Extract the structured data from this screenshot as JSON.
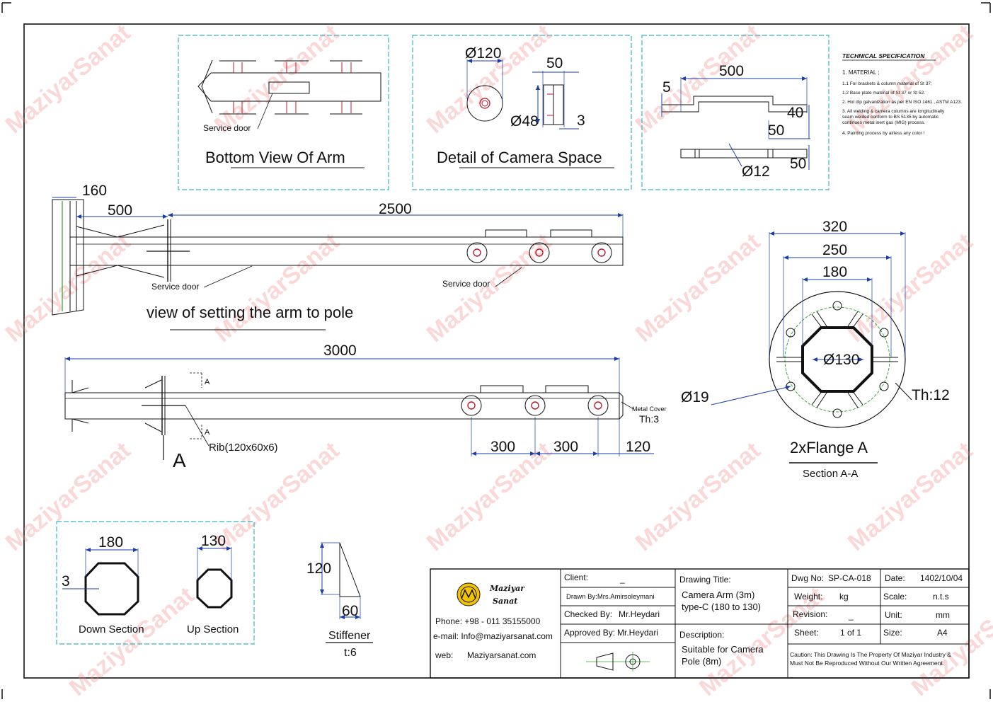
{
  "watermark": "MaziyarSanat",
  "colors": {
    "frame": "#111111",
    "cyan": "#38b6c8",
    "dim": "#1a3fa8",
    "red": "#c0182a",
    "green": "#3aa83a",
    "watermark": "#f08a8a"
  },
  "bottom_view": {
    "title": "Bottom View Of Arm",
    "service_door": "Service door"
  },
  "camera_space": {
    "title": "Detail of Camera Space",
    "d120": "Ø120",
    "d48": "Ø48",
    "w50": "50",
    "t3": "3"
  },
  "bracket": {
    "w500": "500",
    "h5": "5",
    "h40": "40",
    "h50": "50",
    "d12": "Ø12",
    "w50": "50"
  },
  "spec": {
    "title": "TECHNICAL SPECIFICATION",
    "lines": [
      "1. MATERIAL ;",
      "1.1  For brackets & column material of St 37;",
      "1.2  Base plate material of St 37 or St 52.",
      "2.  Hot dip galvanization as per EN ISO 1461 , ASTM A123.",
      "3.  All welding & camera columns are longitudinally",
      "     seam welded conform to BS 5135 by automatic",
      "     continues metal inert gas (MIG) process.",
      "4.  Painting process by airless any color !"
    ]
  },
  "setting_view": {
    "title": "view of setting the arm to pole",
    "d160": "160",
    "d500": "500",
    "d2500": "2500",
    "service_door_1": "Service door",
    "service_door_2": "Service door"
  },
  "arm_view": {
    "d3000": "3000",
    "d300a": "300",
    "d300b": "300",
    "d120": "120",
    "metal_cover": "Metal Cover",
    "th3": "Th:3",
    "rib": "Rib(120x60x6)",
    "section_mark": "A",
    "arrow_a": "A"
  },
  "flange": {
    "d320": "320",
    "d250": "250",
    "d180": "180",
    "d130": "Ø130",
    "d19": "Ø19",
    "th12": "Th:12",
    "title": "2xFlange A",
    "section": "Section A-A"
  },
  "sections": {
    "d180": "180",
    "d130": "130",
    "t3": "3",
    "down": "Down Section",
    "up": "Up Section"
  },
  "stiffener": {
    "h120": "120",
    "w60": "60",
    "title": "Stiffener",
    "thickness": "t:6"
  },
  "title_block": {
    "company_line1": "Maziyar",
    "company_line2": "Sanat",
    "phone": "Phone: +98 - 011 35155000",
    "email": "e-mail:  Info@maziyarsanat.com",
    "web_label": "web:",
    "web": "Maziyarsanat.com",
    "client_label": "Client:",
    "client_value": "_",
    "drawn_by": "Drawn By:Mrs.Amirsoleymani",
    "checked_label": "Checked By:",
    "checked_value": "Mr.Heydari",
    "approved_label": "Approved By:",
    "approved_value": "Mr.Heydari",
    "drawing_title_label": "Drawing Title:",
    "drawing_title_1": "Camera Arm (3m)",
    "drawing_title_2": "type-C (180 to 130)",
    "description_label": "Description:",
    "description_1": "Suitable for Camera",
    "description_2": "Pole (8m)",
    "dwg_label": "Dwg No:",
    "dwg_value": "SP-CA-018",
    "date_label": "Date:",
    "date_value": "1402/10/04",
    "weight_label": "Weight:",
    "weight_value": "kg",
    "scale_label": "Scale:",
    "scale_value": "n.t.s",
    "revision_label": "Revision:",
    "revision_value": "_",
    "unit_label": "Unit:",
    "unit_value": "mm",
    "sheet_label": "Sheet:",
    "sheet_value": "1 of 1",
    "size_label": "Size:",
    "size_value": "A4",
    "caution_1": "Caution: This Drawing Is The Property Of Maziyar Industry &",
    "caution_2": "Must Not Be Reproduced Without Our Written Agreement."
  }
}
